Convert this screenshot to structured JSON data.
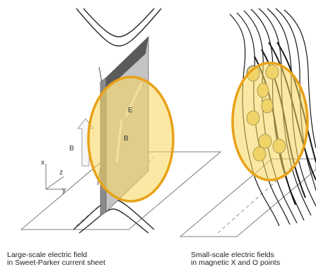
{
  "left_panel": {
    "caption_line1": "Large-scale electric field",
    "caption_line2": "in Sweet-Parker current sheet",
    "field_label_B": "B",
    "sheet_label_E": "E",
    "sheet_label_B": "B",
    "axis_x": "x",
    "axis_y": "y",
    "axis_z": "z"
  },
  "right_panel": {
    "caption_line1": "Small-scale electric fields",
    "caption_line2": "in magnetic X and O points"
  },
  "colors": {
    "highlight_fill": "#f7d55a",
    "highlight_stroke": "#e8a218",
    "line": "#2a2a2a",
    "sheet": "#b9b9b9"
  }
}
